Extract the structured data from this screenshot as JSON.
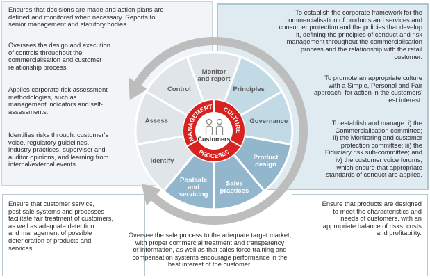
{
  "panels": {
    "top_left": [
      "Ensures that decisions are made and action plans are\ndefined and monitored when necessary. Reports to\nsenior management and statutory bodies.",
      "Oversees the design and execution\nof controls throughout the\ncommercialisation and customer\nrelationship process.",
      "Applies corporate risk assessment\nmethodologies, such as\nmanagement indicators and self-\nassessments.",
      "Identifies risks through: customer's\nvoice, regulatory guidelines,\nindustry practices, supervisor and\nauditor opinions, and learning from\ninternal/external events."
    ],
    "top_right": [
      "To establish the corporate framework for the\ncommercialisation of products and services and\nconsumer protection and the policies that develop\nit, defining the principles of conduct and risk\nmanagement throughout the commercialisation\nprocess and the relationship with the retail\ncustomer.",
      "To promote an appropriate culture\nwith a Simple, Personal and Fair\napproach, for action in the customers'\nbest interest.",
      "To establish and manage: i) the\nCommercialisation committee;\nii) the Monitoring and customer\nprotection committee; iii) the\nFiduciary risk sub-committee; and\niv) the customer voice forums,\nwhich ensure that appropriate\nstandards of conduct are applied."
    ],
    "bottom_left": "Ensure that customer service,\npost sale systems and processes\nfacilitate fair treatment of customers,\nas well as adequate detection\nand management of possible\ndeterioration of products and\nservices.",
    "bottom_center": "Oversee the sale process to the adequate target market,\nwith proper commercial treatment and transparency\nof information, as well as that sales force training and\ncompensation systems encourage performance in the\nbest interest of the customer.",
    "bottom_right": "Ensure that products are designed\nto meet the characteristics and\nneeds of customers, with an\nappropriate balance of risks, costs\nand profitability."
  },
  "wheel": {
    "center_label": "Customers",
    "inner_labels": {
      "management": "MANAGEMENT",
      "culture": "CULTURE",
      "processes": "PROCESES"
    },
    "segments": [
      {
        "label": "Monitor\nand report",
        "group": "management"
      },
      {
        "label": "Principles",
        "group": "culture"
      },
      {
        "label": "Governance",
        "group": "culture"
      },
      {
        "label": "Product\ndesign",
        "group": "processes"
      },
      {
        "label": "Sales\npractices",
        "group": "processes"
      },
      {
        "label": "Postsale\nand\nservicing",
        "group": "processes"
      },
      {
        "label": "Identify",
        "group": "management"
      },
      {
        "label": "Assess",
        "group": "management"
      },
      {
        "label": "Control",
        "group": "management"
      }
    ]
  },
  "colors": {
    "red": "#d7221f",
    "management_segment": "#dfe5e9",
    "culture_segment": "#c2dae6",
    "processes_segment": "#92b6cb",
    "arrow": "#bdbdbd",
    "segment_text_dark": "#5b5b5b"
  },
  "icons": [
    "customer-icon",
    "customer-icon"
  ]
}
